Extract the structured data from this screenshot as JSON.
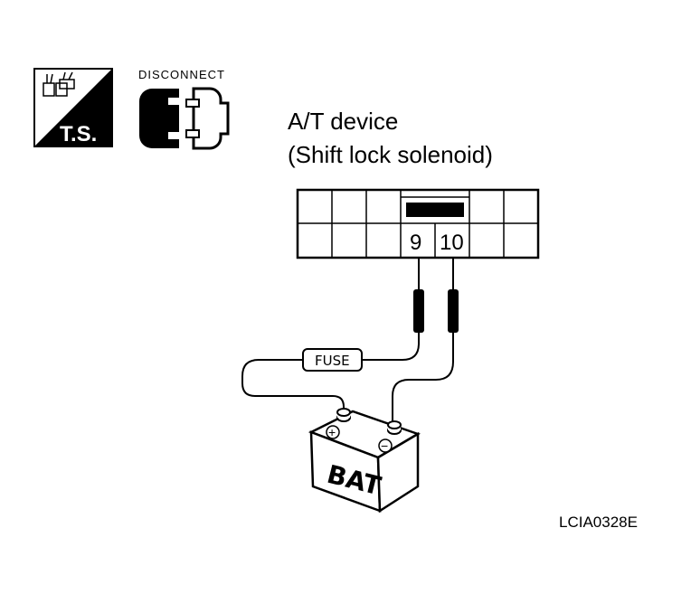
{
  "icons": {
    "ts_label": "T.S.",
    "disconnect_label": "DISCONNECT"
  },
  "device": {
    "title_line1": "A/T device",
    "title_line2": "(Shift lock solenoid)"
  },
  "connector": {
    "pin_a": "9",
    "pin_b": "10"
  },
  "circuit": {
    "fuse_label": "FUSE",
    "battery_label": "BAT",
    "positive_symbol": "+",
    "negative_symbol": "−"
  },
  "figure_code": "LCIA0328E"
}
